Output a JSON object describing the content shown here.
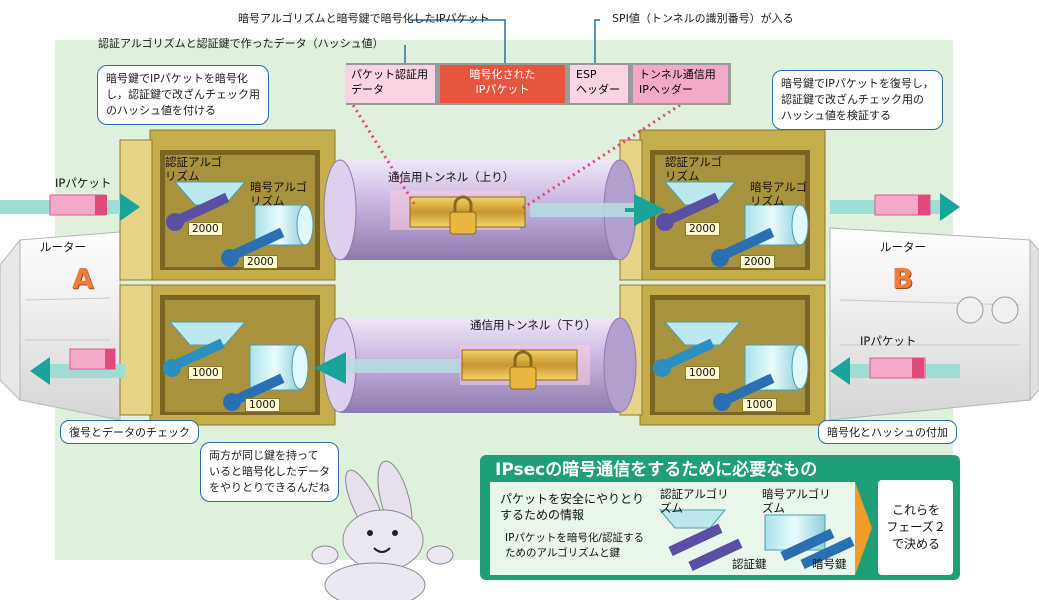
{
  "top_labels": {
    "encrypted_packet": "暗号アルゴリズムと暗号鍵で暗号化したIPパケット",
    "hash_value": "認証アルゴリズムと認証鍵で作ったデータ（ハッシュ値）",
    "spi": "SPI値（トンネルの識別番号）が入る"
  },
  "packet": {
    "auth_data_line1": "パケット認証用",
    "auth_data_line2": "データ",
    "encrypted_line1": "暗号化された",
    "encrypted_line2": "IPパケット",
    "esp_line1": "ESP",
    "esp_line2": "ヘッダー",
    "tunnel_hdr_line1": "トンネル通信用",
    "tunnel_hdr_line2": "IPヘッダー"
  },
  "callouts": {
    "router_a_top": [
      "暗号鍵でIPパケットを暗号化",
      "し，認証鍵で改ざんチェック用",
      "のハッシュ値を付ける"
    ],
    "router_b_top": [
      "暗号鍵でIPパケットを復号し，",
      "認証鍵で改ざんチェック用の",
      "ハッシュ値を検証する"
    ],
    "router_a_bottom": "復号とデータのチェック",
    "router_b_bottom": "暗号化とハッシュの付加",
    "rabbit": [
      "両方が同じ鍵を持って",
      "いると暗号化したデータ",
      "をやりとりできるんだね"
    ]
  },
  "routers": {
    "a_label": "ルーター",
    "a_letter": "A",
    "b_label": "ルーター",
    "b_letter": "B"
  },
  "boxes": {
    "auth_algo": "認証アルゴリズム",
    "enc_algo": "暗号アルゴリズム",
    "key_up": "2000",
    "key_down": "1000"
  },
  "tunnels": {
    "up": "通信用トンネル（上り）",
    "down": "通信用トンネル（下り）"
  },
  "ip_packet": "IPパケット",
  "summary": {
    "title": "IPsecの暗号通信をするために必要なもの",
    "info_line1": "パケットを安全にやりとり",
    "info_line2": "するための情報",
    "paren_line1": "IPパケットを暗号化/認証する",
    "paren_line2": "ためのアルゴリズムと鍵",
    "auth_algo": "認証アルゴリズム",
    "enc_algo": "暗号アルゴリズム",
    "auth_key": "認証鍵",
    "enc_key": "暗号鍵",
    "phase_line1": "これらを",
    "phase_line2": "フェーズ２",
    "phase_line3": "で決める"
  },
  "colors": {
    "background": "#dff0dc",
    "box_gold": "#d9c46a",
    "tunnel": "#c9b7df",
    "packet_pink": "#f4a9c8",
    "packet_red": "#e8553f",
    "teal": "#1aa398",
    "summary_green": "#1f9f78",
    "letter_orange": "#f07b3f"
  }
}
